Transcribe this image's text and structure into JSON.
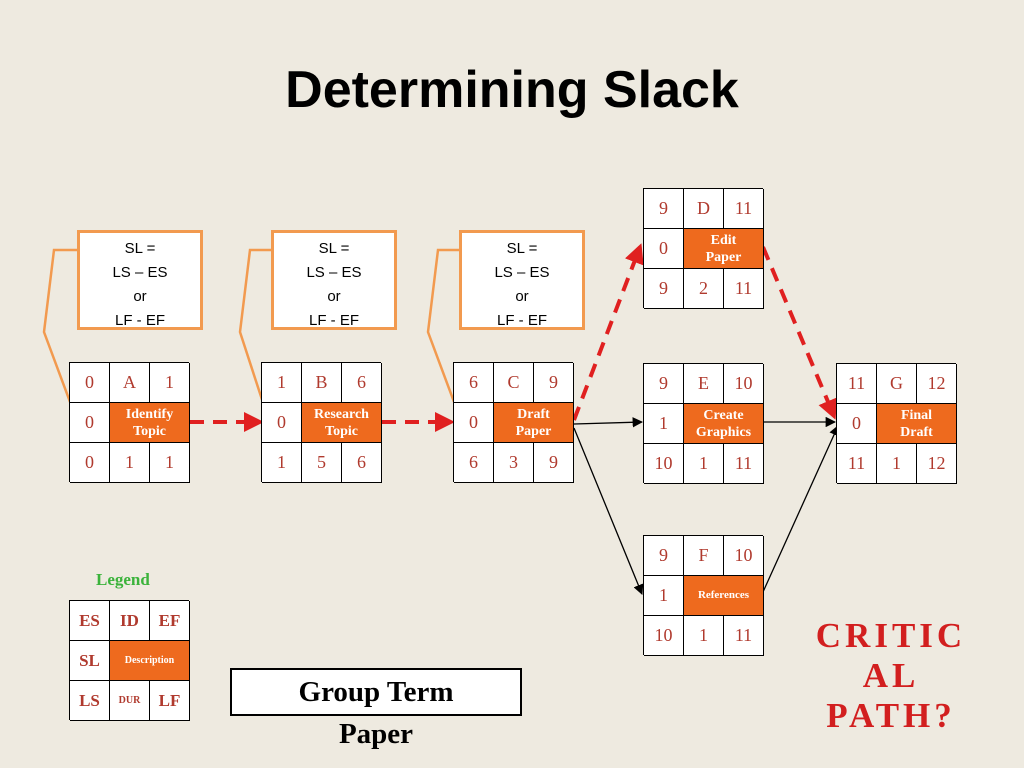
{
  "title": "Determining Slack",
  "nodes": {
    "A": {
      "es": "0",
      "id": "A",
      "ef": "1",
      "sl": "0",
      "desc1": "Identify",
      "desc2": "Topic",
      "ls": "0",
      "dur": "1",
      "lf": "1"
    },
    "B": {
      "es": "1",
      "id": "B",
      "ef": "6",
      "sl": "0",
      "desc1": "Research",
      "desc2": "Topic",
      "ls": "1",
      "dur": "5",
      "lf": "6"
    },
    "C": {
      "es": "6",
      "id": "C",
      "ef": "9",
      "sl": "0",
      "desc1": "Draft",
      "desc2": "Paper",
      "ls": "6",
      "dur": "3",
      "lf": "9"
    },
    "D": {
      "es": "9",
      "id": "D",
      "ef": "11",
      "sl": "0",
      "desc1": "Edit",
      "desc2": "Paper",
      "ls": "9",
      "dur": "2",
      "lf": "11"
    },
    "E": {
      "es": "9",
      "id": "E",
      "ef": "10",
      "sl": "1",
      "desc1": "Create",
      "desc2": "Graphics",
      "ls": "10",
      "dur": "1",
      "lf": "11"
    },
    "F": {
      "es": "9",
      "id": "F",
      "ef": "10",
      "sl": "1",
      "desc1": "References",
      "desc2": "",
      "ls": "10",
      "dur": "1",
      "lf": "11"
    },
    "G": {
      "es": "11",
      "id": "G",
      "ef": "12",
      "sl": "0",
      "desc1": "Final",
      "desc2": "Draft",
      "ls": "11",
      "dur": "1",
      "lf": "12"
    }
  },
  "slack_formula": {
    "line1": "SL =",
    "line2": "LS – ES",
    "line3": "or",
    "line4": "LF - EF"
  },
  "legend": {
    "title": "Legend",
    "es": "ES",
    "id": "ID",
    "ef": "EF",
    "sl": "SL",
    "description": "Description",
    "ls": "LS",
    "dur": "DUR",
    "lf": "LF"
  },
  "project_name": {
    "line1": "Group Term",
    "line2": "Paper"
  },
  "question": {
    "line1": "CRITIC",
    "line2": "AL",
    "line3": "PATH?"
  },
  "colors": {
    "description_fill": "#ee6a1e",
    "value_text": "#b03a2e",
    "critical_path": "#e02020",
    "callout_border": "#f29a4f",
    "legend_title": "#3bb33b",
    "background": "#eeeae0"
  }
}
